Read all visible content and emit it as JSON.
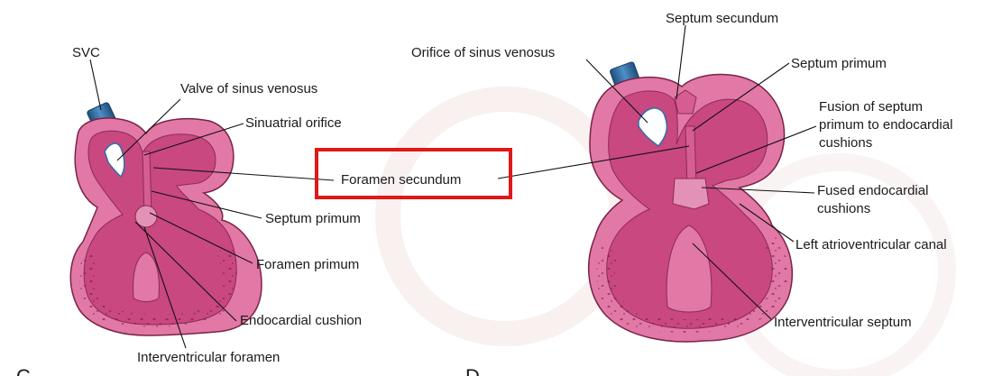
{
  "panel_c": {
    "letter": "C",
    "labels": {
      "svc": "SVC",
      "valve": "Valve of sinus venosus",
      "sinuatrial": "Sinuatrial orifice",
      "septum_primum": "Septum primum",
      "foramen_primum": "Foramen primum",
      "endocardial_cushion": "Endocardial cushion",
      "interventricular_foramen": "Interventricular foramen"
    }
  },
  "panel_d": {
    "letter": "D",
    "labels": {
      "septum_secundum": "Septum secundum",
      "orifice_sinus": "Orifice of sinus venosus",
      "septum_primum": "Septum primum",
      "fusion_line1": "Fusion of septum",
      "fusion_line2": "primum to endocardial",
      "fusion_line3": "cushions",
      "fused_line1": "Fused endocardial",
      "fused_line2": "cushions",
      "left_av_canal": "Left atrioventricular canal",
      "interventricular_septum": "Interventricular septum"
    }
  },
  "shared_label": "Foramen secundum",
  "colors": {
    "heart_fill": "#c8487f",
    "heart_dark": "#a3305f",
    "heart_outline": "#7a2246",
    "wall": "#e06ea0",
    "vessel": "#2f6fa6",
    "highlight_box": "#e01818"
  }
}
